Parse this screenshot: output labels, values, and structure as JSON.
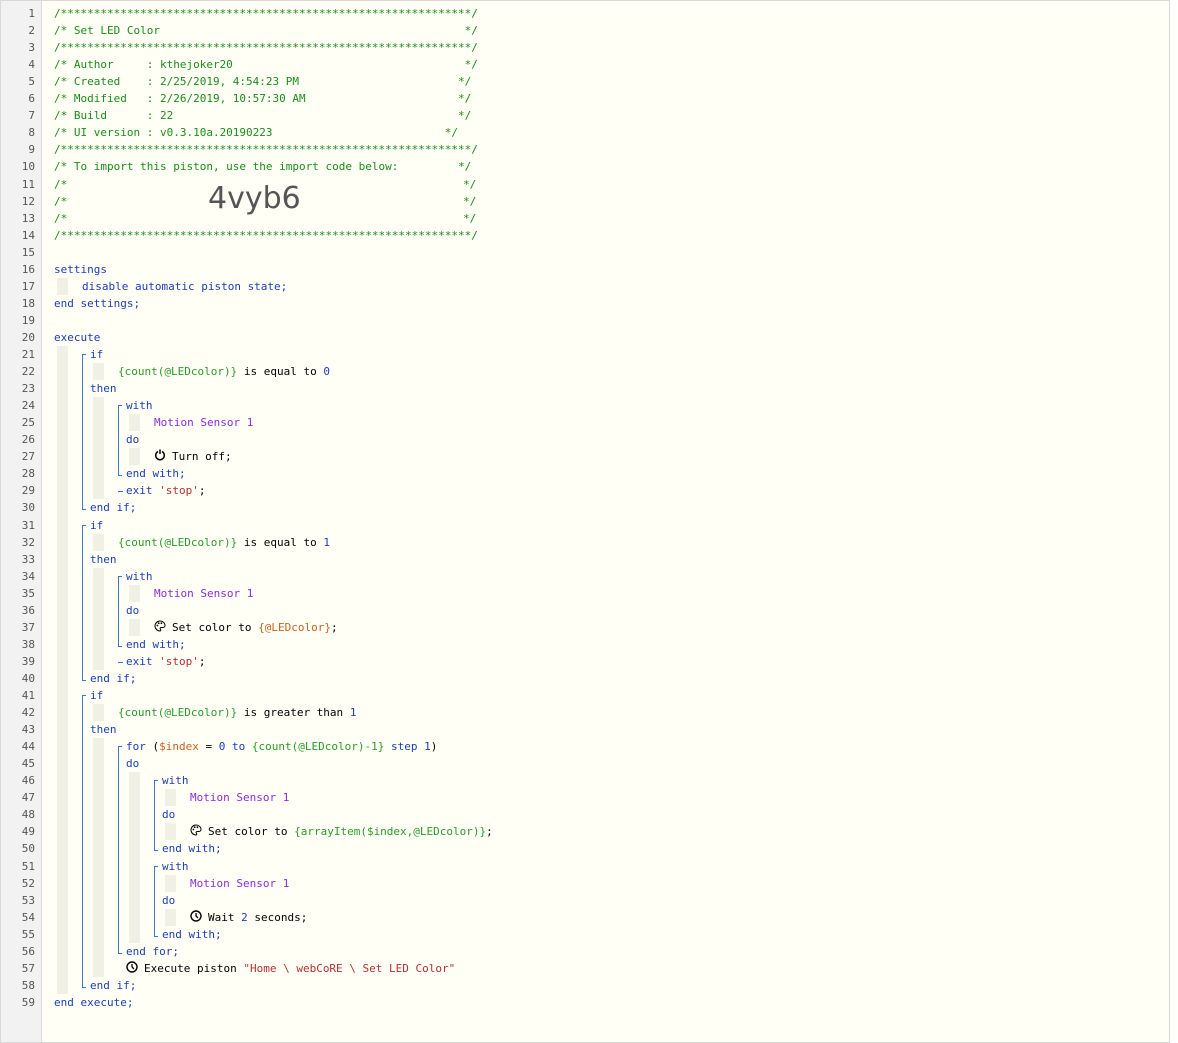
{
  "header": {
    "border": "/**************************************************************/",
    "title": "/* Set LED Color                                              */",
    "author": "/* Author     : kthejoker20                                   */",
    "created": "/* Created    : 2/25/2019, 4:54:23 PM                        */",
    "modified": "/* Modified   : 2/26/2019, 10:57:30 AM                       */",
    "build": "/* Build      : 22                                           */",
    "ui_version": "/* UI version : v0.3.10a.20190223                          */",
    "import_note": "/* To import this piston, use the import code below:         */",
    "empty_open": "/*",
    "empty_close": "*/",
    "import_code": "4vyb6"
  },
  "line_numbers": [
    "1",
    "2",
    "3",
    "4",
    "5",
    "6",
    "7",
    "8",
    "9",
    "10",
    "11",
    "12",
    "13",
    "14",
    "15",
    "16",
    "17",
    "18",
    "19",
    "20",
    "21",
    "22",
    "23",
    "24",
    "25",
    "26",
    "27",
    "28",
    "29",
    "30",
    "31",
    "32",
    "33",
    "34",
    "35",
    "36",
    "37",
    "38",
    "39",
    "40",
    "41",
    "42",
    "43",
    "44",
    "45",
    "46",
    "47",
    "48",
    "49",
    "50",
    "51",
    "52",
    "53",
    "54",
    "55",
    "56",
    "57",
    "58",
    "59"
  ],
  "code": {
    "settings": "settings",
    "disable_state": "disable automatic piston state;",
    "end_settings": "end settings;",
    "execute": "execute",
    "if": "if",
    "then": "then",
    "with": "with",
    "do": "do",
    "end_with": "end with;",
    "end_if": "end if;",
    "end_for": "end for;",
    "end_execute": "end execute;",
    "count_expr": "{count(@LEDcolor)}",
    "is_equal_to": " is equal to ",
    "is_greater_than": " is greater than ",
    "zero": "0",
    "one": "1",
    "device": "Motion Sensor 1",
    "turn_off": "Turn off;",
    "exit": "exit ",
    "stop_str": "'stop'",
    "semicolon": ";",
    "set_color_to": "Set color to ",
    "led_var": "{@LEDcolor}",
    "for_kw": "for",
    "paren_open": " (",
    "index_var": "$index",
    "equals": " = ",
    "to_kw": "to",
    "for_end_expr": "{count(@LEDcolor)-1}",
    "step_kw": "step",
    "paren_close": ")",
    "array_item_expr": "{arrayItem($index,@LEDcolor)}",
    "wait": "Wait ",
    "two": "2",
    "seconds": " seconds;",
    "execute_piston": "Execute piston ",
    "piston_name": "\"Home \\ webCoRE \\ Set LED Color\""
  },
  "icons": {
    "power": "power-icon",
    "palette": "palette-icon",
    "clock": "clock-icon"
  },
  "colors": {
    "comment": "#1a8c1a",
    "keyword": "#1a3db5",
    "string": "#b03030",
    "device": "#8a2be2",
    "variable": "#c9601e",
    "expression": "#2a9a2a",
    "bracket": "#3a78c0"
  }
}
